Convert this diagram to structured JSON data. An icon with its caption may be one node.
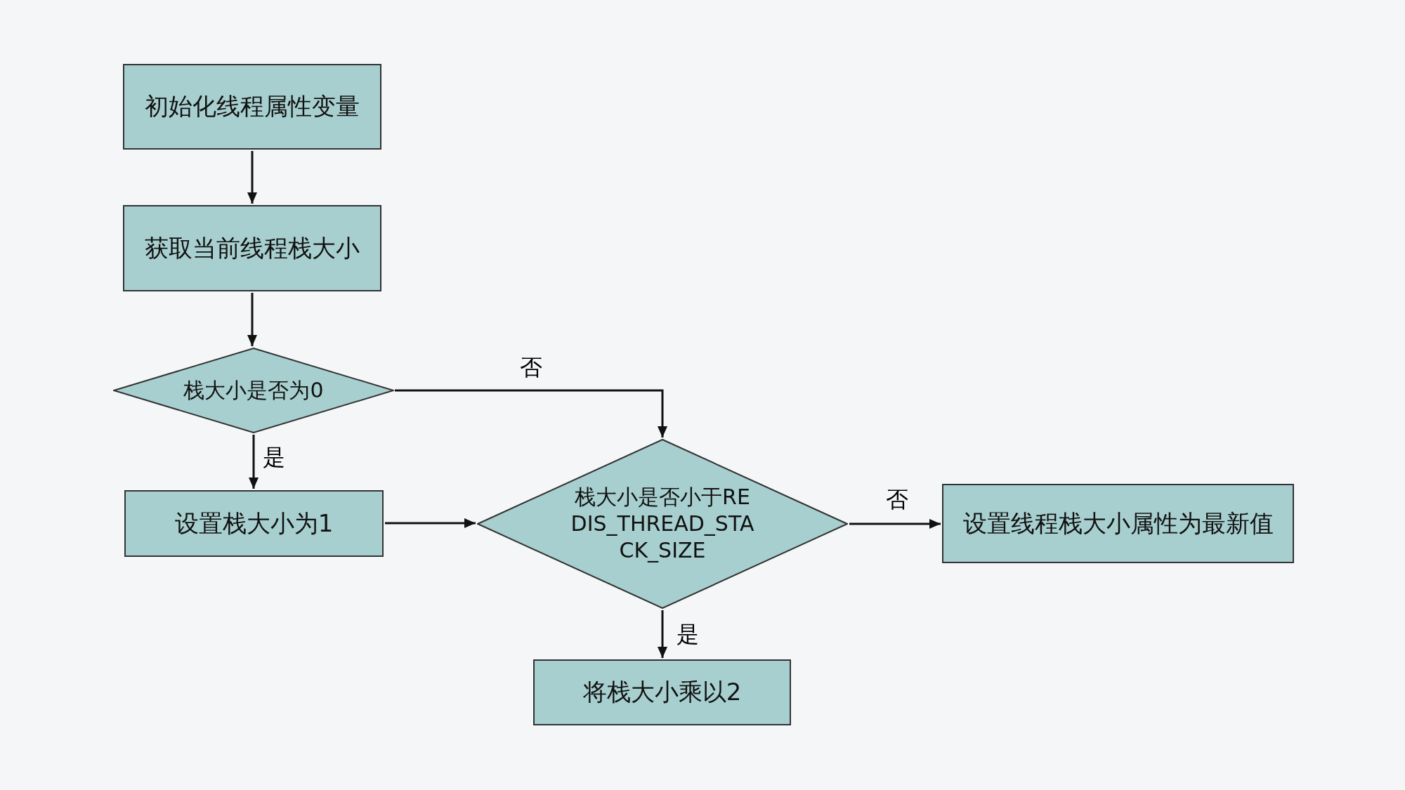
{
  "diagram": {
    "nodes": [
      {
        "text": [
          "初始化线程属性变量"
        ]
      },
      {
        "text": [
          "获取当前线程栈大小"
        ]
      },
      {
        "text": [
          "栈大小是否为0"
        ]
      },
      {
        "text": [
          "设置栈大小为1"
        ]
      },
      {
        "text": [
          "栈大小是否小于REDIS_THREAD_STACK_SIZE"
        ]
      },
      {
        "text": [
          "设置线程栈大小属性为最新值"
        ]
      },
      {
        "text": [
          "将栈大小乘以2"
        ]
      }
    ],
    "edges": [
      {
        "from": 0,
        "to": 1,
        "arrow": "to"
      },
      {
        "from": 1,
        "to": 2,
        "arrow": "to"
      },
      {
        "from": 2,
        "to": 3,
        "arrow": "to",
        "label": "是"
      },
      {
        "from": 2,
        "to": 4,
        "arrow": "to",
        "label": "否"
      },
      {
        "from": 3,
        "to": 4,
        "arrow": "to"
      },
      {
        "from": 4,
        "to": 5,
        "arrow": "to",
        "label": "否"
      },
      {
        "from": 4,
        "to": 6,
        "arrow": "to",
        "label": "是"
      }
    ]
  }
}
